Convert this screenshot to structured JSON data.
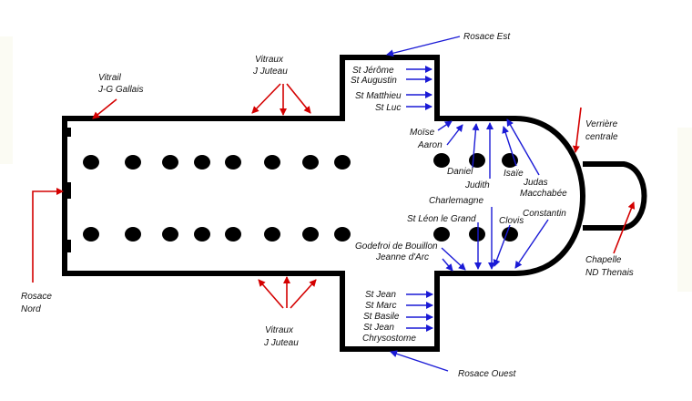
{
  "colors": {
    "wall": "#000000",
    "red_arrow": "#d40000",
    "blue_arrow": "#1a1ad6",
    "text": "#111111",
    "fade": "#fbfbf3"
  },
  "labels": {
    "vitrail_gallais_1": "Vitrail",
    "vitrail_gallais_2": "J-G Gallais",
    "vitraux_top_1": "Vitraux",
    "vitraux_top_2": "J Juteau",
    "vitraux_bottom_1": "Vitraux",
    "vitraux_bottom_2": "J Juteau",
    "rosace_est": "Rosace Est",
    "rosace_ouest": "Rosace Ouest",
    "rosace_nord_1": "Rosace",
    "rosace_nord_2": "Nord",
    "st_jerome": "St Jérôme",
    "st_augustin": "St Augustin",
    "st_matthieu": "St Matthieu",
    "st_luc": "St Luc",
    "moise": "Moïse",
    "aaron": "Aaron",
    "daniel": "Daniel",
    "judith": "Judith",
    "isaie": "Isaïe",
    "judas_1": "Judas",
    "judas_2": "Macchabée",
    "verriere_1": "Verrière",
    "verriere_2": "centrale",
    "charlemagne": "Charlemagne",
    "st_leon": "St Léon le Grand",
    "clovis": "Clovis",
    "constantin": "Constantin",
    "godefroi": "Godefroi de Bouillon",
    "jeanne": "Jeanne d'Arc",
    "chapelle_1": "Chapelle",
    "chapelle_2": "ND Thenais",
    "st_jean": "St Jean",
    "st_marc": "St Marc",
    "st_basile": "St Basile",
    "st_jean_chry_1": "St Jean",
    "st_jean_chry_2": "Chrysostome"
  }
}
